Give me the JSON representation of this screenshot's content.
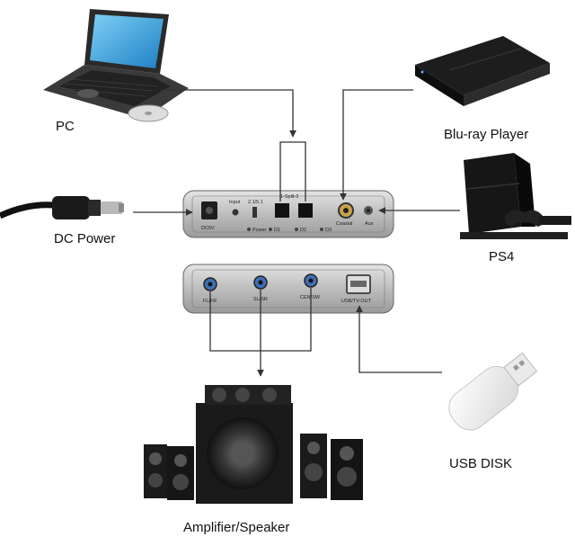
{
  "labels": {
    "pc": "PC",
    "bluray": "Blu-ray Player",
    "dc_power": "DC Power",
    "ps4": "PS4",
    "usb_disk": "USB DISK",
    "amplifier": "Amplifier/Speaker"
  },
  "device_front": {
    "dc": "DC5V",
    "input": "Input",
    "mode": "2.1/5.1",
    "split": "1-Split-2",
    "power": "Power",
    "d1": "D1",
    "d2": "D2",
    "d3": "D3",
    "coaxial": "Coaxial",
    "aux": "Aux"
  },
  "device_back": {
    "flfr": "FL/FR",
    "slsr": "SL/SR",
    "censw": "CEN/SW",
    "usb": "USB/TV-OUT"
  }
}
